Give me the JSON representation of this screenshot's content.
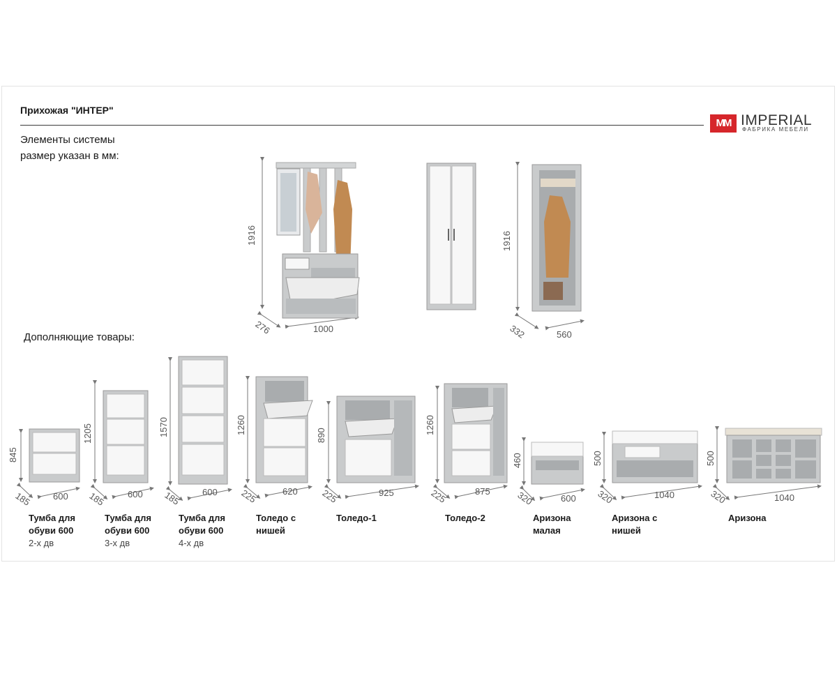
{
  "title": "Прихожая \"ИНТЕР\"",
  "logo": {
    "mark": "MM",
    "name": "IMPERIAL",
    "sub": "ФАБРИКА МЕБЕЛИ"
  },
  "intro": {
    "line1": "Элементы системы",
    "line2": "размер указан в мм:"
  },
  "section_title": "Дополняющие товары:",
  "system_items": [
    {
      "height": "1916",
      "depth": "276",
      "width": "1000"
    },
    {
      "height": "1916",
      "depth": "332",
      "width": "560"
    }
  ],
  "products": [
    {
      "name": "Тумба для обуви 600",
      "sub": "2-х дв",
      "height": "845",
      "depth": "185",
      "width": "600"
    },
    {
      "name": "Тумба для обуви 600",
      "sub": "3-х дв",
      "height": "1205",
      "depth": "185",
      "width": "600"
    },
    {
      "name": "Тумба для обуви 600",
      "sub": "4-х дв",
      "height": "1570",
      "depth": "185",
      "width": "600"
    },
    {
      "name": "Толедо с нишей",
      "sub": "",
      "height": "1260",
      "depth": "225",
      "width": "620"
    },
    {
      "name": "Толедо-1",
      "sub": "",
      "height": "890",
      "depth": "225",
      "width": "925"
    },
    {
      "name": "Толедо-2",
      "sub": "",
      "height": "1260",
      "depth": "225",
      "width": "875"
    },
    {
      "name": "Аризона малая",
      "sub": "",
      "height": "460",
      "depth": "320",
      "width": "600"
    },
    {
      "name": "Аризона с нишей",
      "sub": "",
      "height": "500",
      "depth": "320",
      "width": "1040"
    },
    {
      "name": "Аризона",
      "sub": "",
      "height": "500",
      "depth": "320",
      "width": "1040"
    }
  ],
  "colors": {
    "concrete": "#c9cbcc",
    "concrete_dark": "#a9acae",
    "white": "#f7f7f7",
    "accent": "#d6262b",
    "coat": "#c18a52"
  }
}
